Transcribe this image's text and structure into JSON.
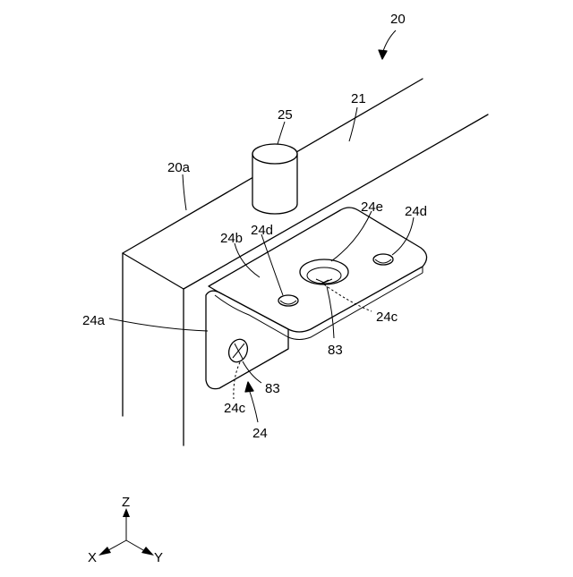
{
  "labels": {
    "assembly": "20",
    "top_surface": "21",
    "edge": "20a",
    "cylinder": "25",
    "bracket": "24",
    "vertical_plate": "24a",
    "horizontal_plate": "24b",
    "small_hole_left": "24d",
    "small_hole_right": "24d",
    "large_hole": "24e",
    "hole_lower": "24c",
    "hole_upper": "24c",
    "screw_upper": "83",
    "screw_lower": "83"
  },
  "axes": {
    "z": "Z",
    "x": "X",
    "y": "Y"
  }
}
